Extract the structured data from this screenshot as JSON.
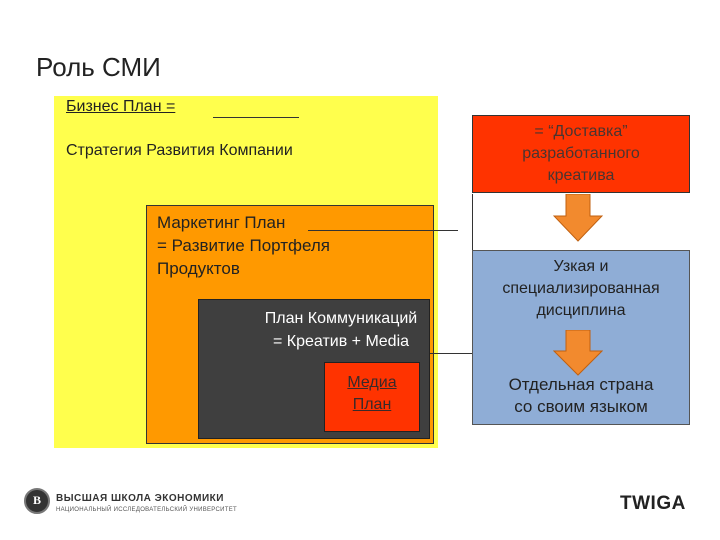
{
  "title": "Роль СМИ",
  "business_plan": {
    "label": "Бизнес План =",
    "strategy": "Стратегия Развития Компании"
  },
  "marketing_plan": {
    "line1": "Маркетинг План",
    "line2": "= Развитие Портфеля",
    "line3": "Продуктов"
  },
  "comm_plan": {
    "line1": "План Коммуникаций",
    "line2": "= Креатив + Media"
  },
  "media_plan": {
    "line1": "Медиа",
    "line2": "План"
  },
  "right_top": {
    "line1": "= “Доставка”",
    "line2": "разработанного",
    "line3": "креатива"
  },
  "right_bottom": {
    "line1": "Узкая и",
    "line2": "специализированная",
    "line3": "дисциплина",
    "line4": "Отдельная страна",
    "line5": "со своим языком"
  },
  "footer": {
    "hse_name": "ВЫСШАЯ ШКОЛА ЭКОНОМИКИ",
    "hse_sub": "НАЦИОНАЛЬНЫЙ ИССЛЕДОВАТЕЛЬСКИЙ УНИВЕРСИТЕТ",
    "twiga": "TWIGA"
  },
  "colors": {
    "business_plan_fill": "#ffff4d",
    "marketing_plan_fill": "#ff9900",
    "comm_plan_fill": "#3f3f3f",
    "media_plan_fill": "#ff3300",
    "delivery_fill": "#ff3300",
    "discipline_fill": "#8fadd6",
    "arrow_fill": "#f28a2e"
  }
}
